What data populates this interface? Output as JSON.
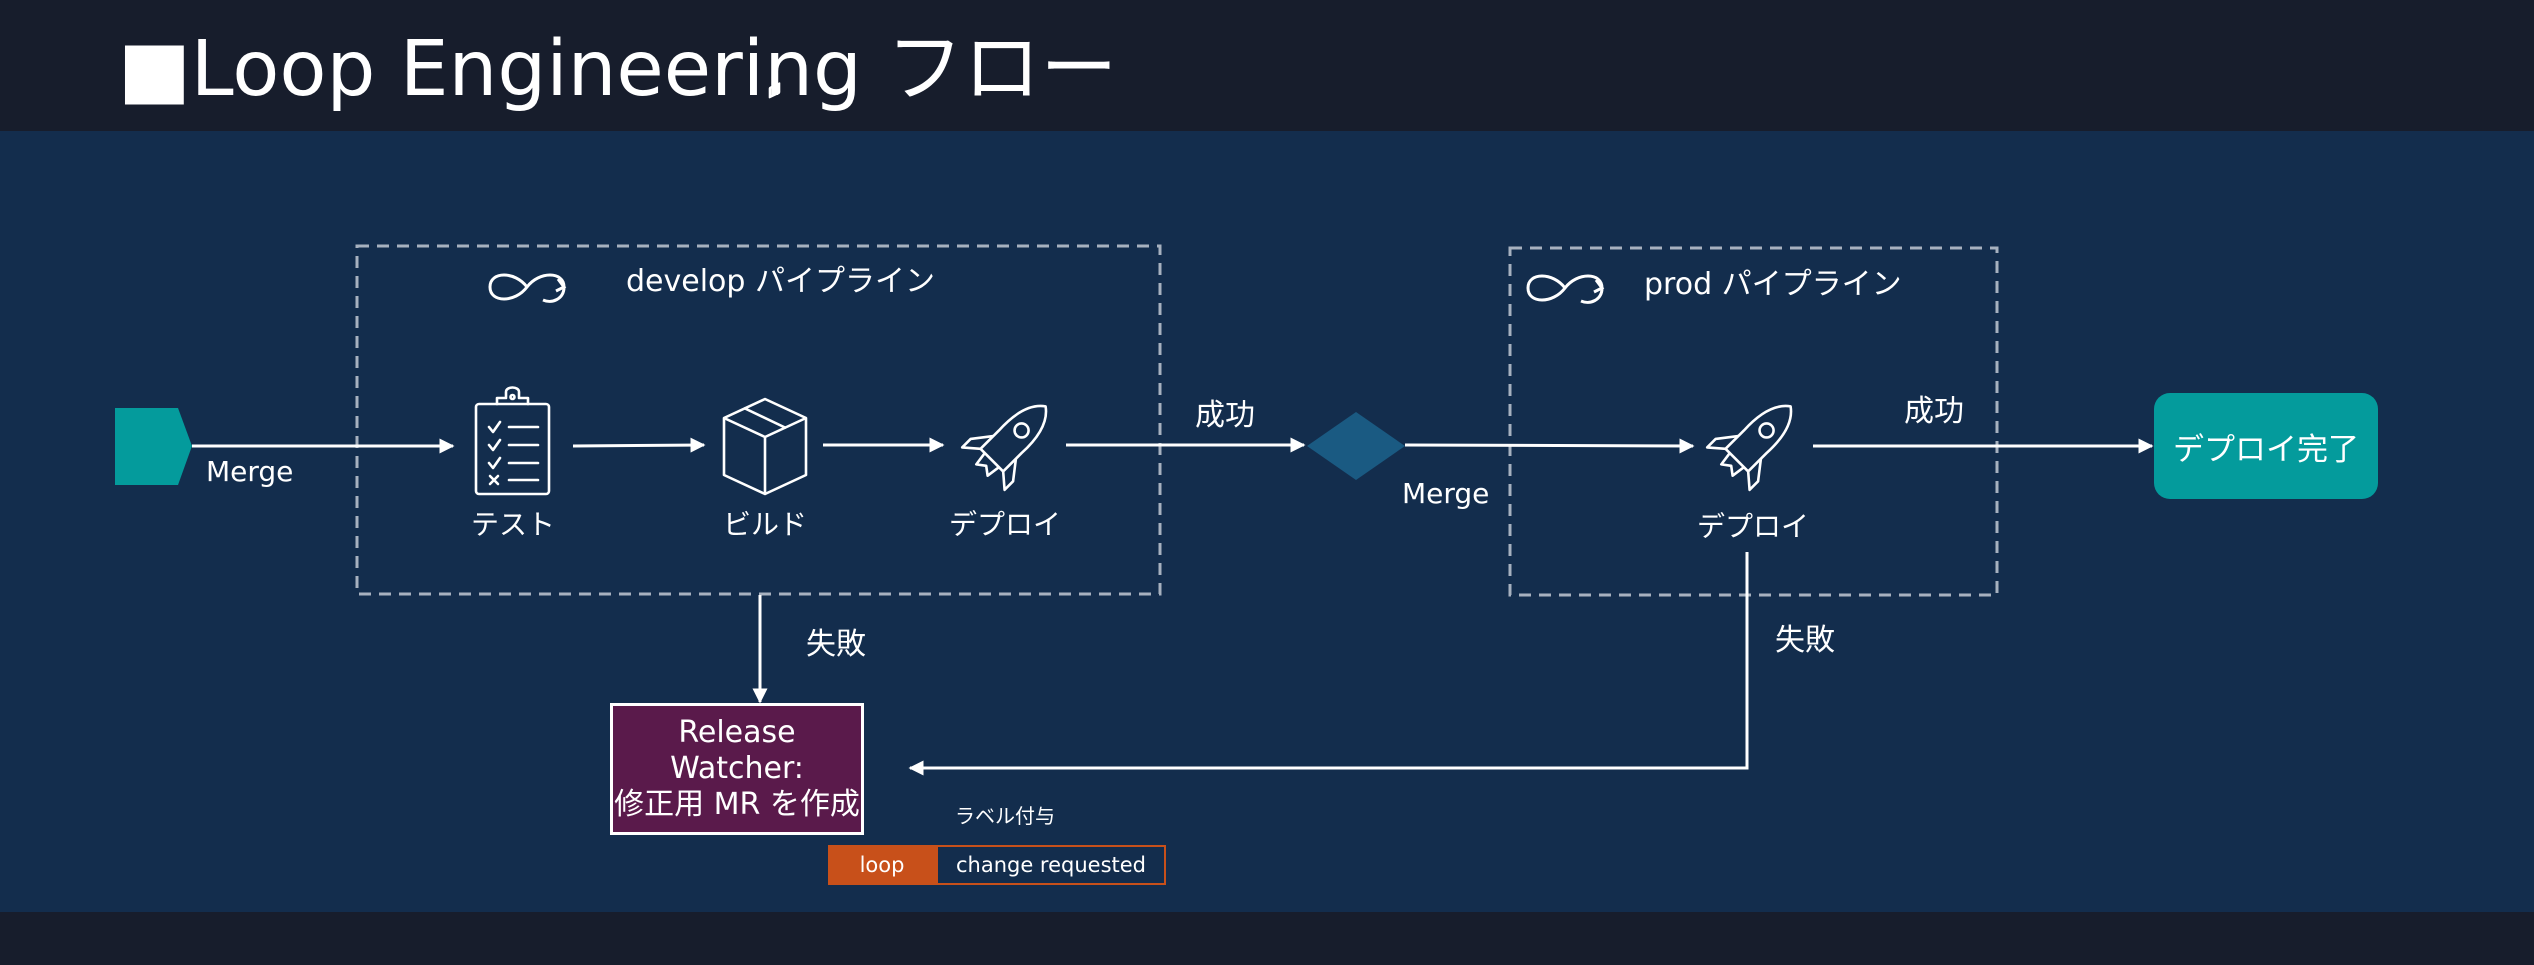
{
  "title": "■Loop Engineering フロー",
  "pipelines": {
    "develop": "develop パイプライン",
    "prod": "prod パイプライン"
  },
  "steps": {
    "test": "テスト",
    "build": "ビルド",
    "deploy_dev": "デプロイ",
    "deploy_prod": "デプロイ"
  },
  "edges": {
    "merge_start": "Merge",
    "success_dev": "成功",
    "merge_gate": "Merge",
    "success_prod": "成功",
    "fail_dev": "失敗",
    "fail_prod": "失敗"
  },
  "release_watcher": {
    "line1": "Release Watcher:",
    "line2": "修正用 MR を作成"
  },
  "done": "デプロイ完了",
  "labels": {
    "caption": "ラベル付与",
    "loop": "loop",
    "change_requested": "change requested"
  },
  "icons": [
    "infinity-icon",
    "clipboard-checklist-icon",
    "package-box-icon",
    "rocket-icon"
  ],
  "colors": {
    "background": "#171d2c",
    "panel": "#132d4d",
    "start_teal": "#049b9c",
    "gate_diamond": "#1a5a82",
    "watcher": "#5a1a4b",
    "tag_orange": "#c8501a"
  }
}
